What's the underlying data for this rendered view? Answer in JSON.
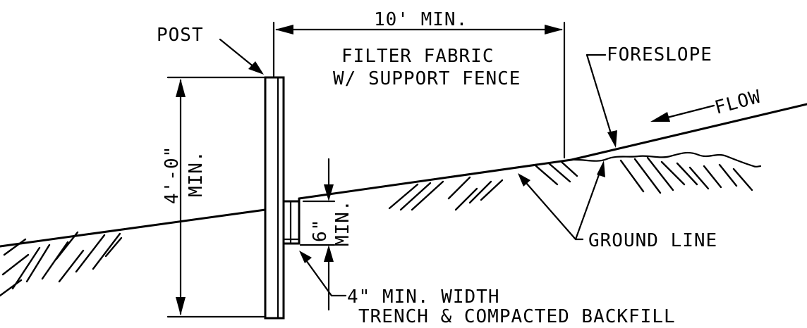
{
  "labels": {
    "post": "POST",
    "ten_min": "10' MIN.",
    "filter_fabric_1": "FILTER FABRIC",
    "filter_fabric_2": "W/ SUPPORT FENCE",
    "foreslope": "FORESLOPE",
    "flow": "FLOW",
    "four_ft_1": "4'-0\"",
    "four_ft_2": "MIN.",
    "six_in_1": "6\"",
    "six_in_2": "MIN.",
    "ground_line": "GROUND LINE",
    "trench_1": "4\" MIN. WIDTH",
    "trench_2": "TRENCH & COMPACTED BACKFILL"
  }
}
